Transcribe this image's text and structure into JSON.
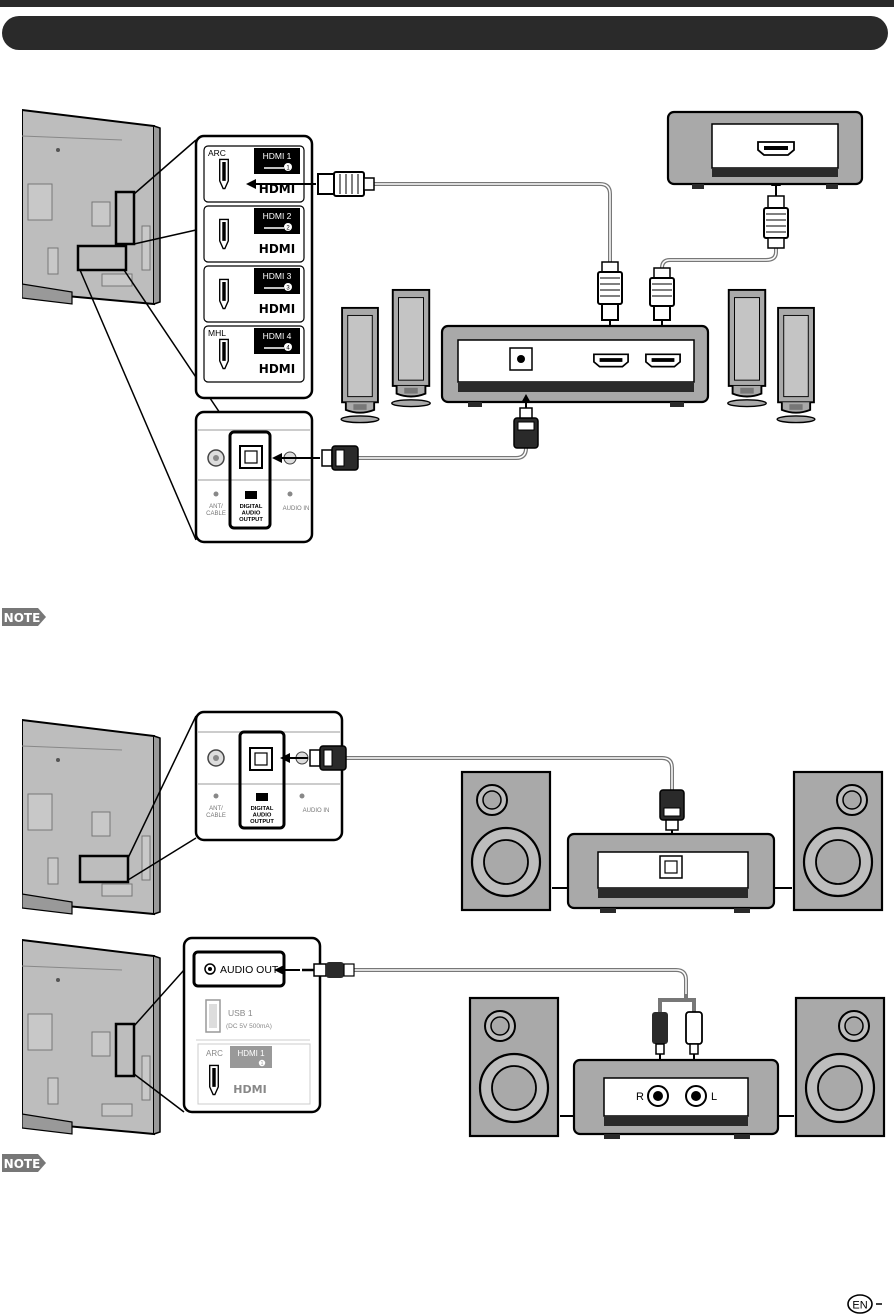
{
  "colors": {
    "ink": "#000000",
    "panel": "#bdbdbd",
    "device": "#a9a9a9",
    "dark": "#2a2a2a",
    "cable": "#777777"
  },
  "panel_top": {
    "ports": [
      {
        "id": "1",
        "left": "ARC",
        "name": "HDMI 1",
        "num": "1"
      },
      {
        "id": "2",
        "left": "",
        "name": "HDMI 2",
        "num": "2"
      },
      {
        "id": "3",
        "left": "",
        "name": "HDMI 3",
        "num": "3"
      },
      {
        "id": "4",
        "left": "MHL",
        "name": "HDMI 4",
        "num": "4"
      }
    ],
    "hdmi_logo": "HDMI"
  },
  "audio_panel": {
    "antenna": "ANT/\nCABLE",
    "digital": "DIGITAL\nAUDIO\nOUTPUT",
    "audio_in": "AUDIO IN"
  },
  "note_label": "NOTE",
  "panel_bottom": {
    "audio_out": "AUDIO OUT",
    "usb": "USB 1",
    "usb_spec": "(DC 5V 500mA)",
    "arc": "ARC",
    "hdmi1": "HDMI 1",
    "num": "1",
    "hdmi_logo": "HDMI"
  },
  "rca": {
    "right": "R",
    "left": "L"
  },
  "footer": {
    "lang": "EN"
  }
}
